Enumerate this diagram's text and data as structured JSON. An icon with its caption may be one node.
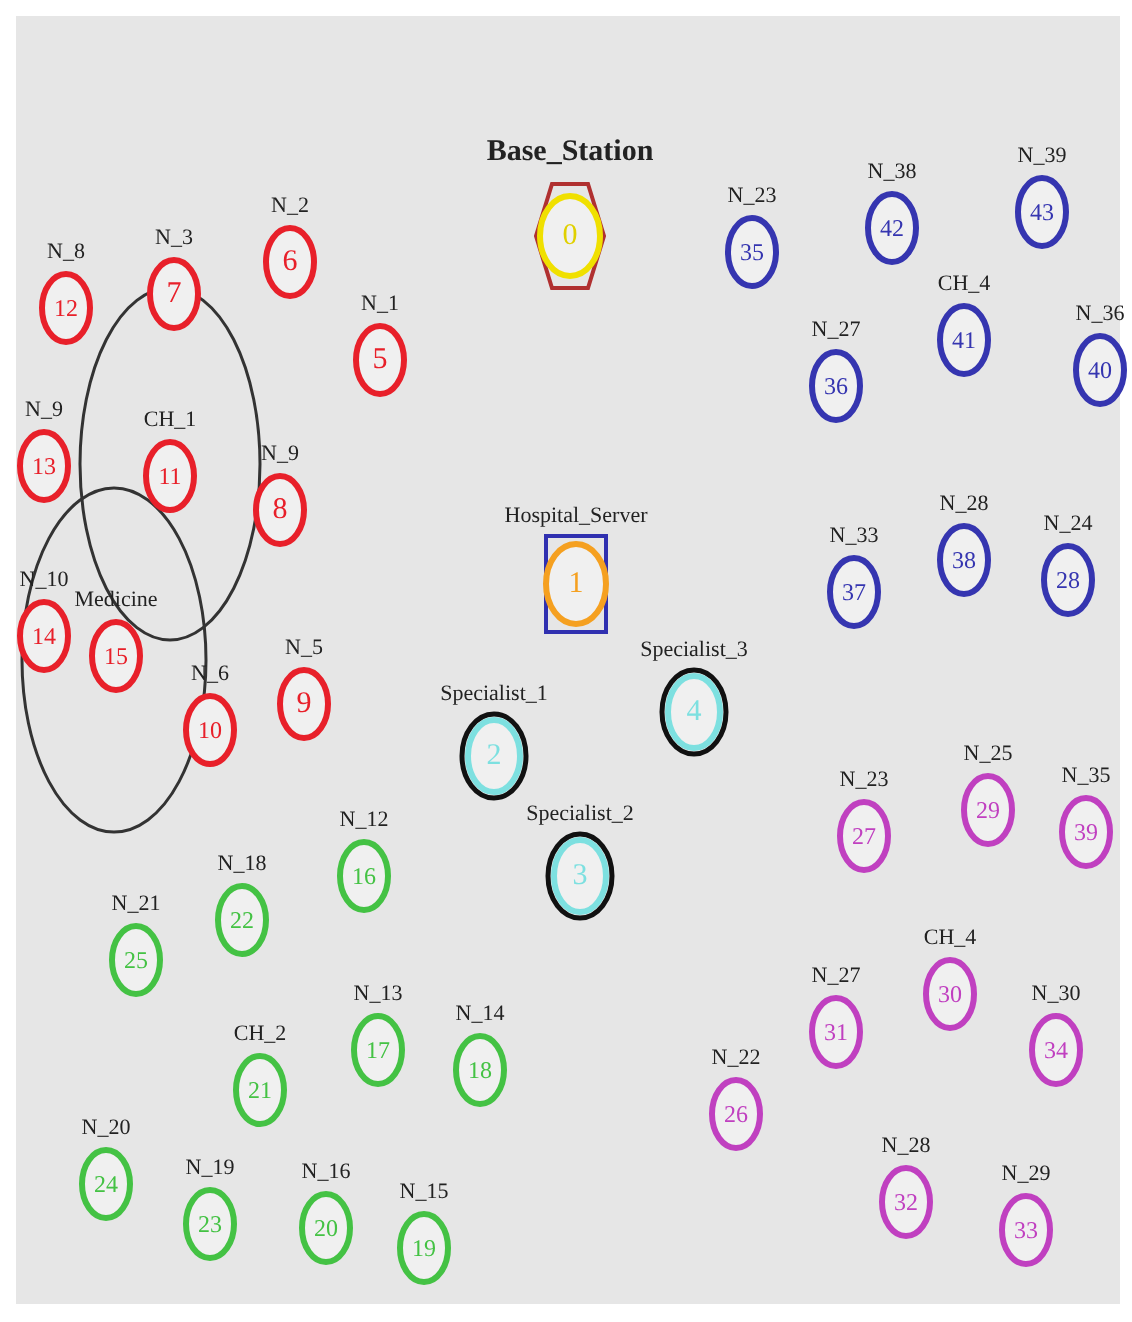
{
  "diagram": {
    "nodes": [
      {
        "text": [
          "Base_Station",
          "0"
        ]
      },
      {
        "text": [
          "Hospital_Server",
          "1"
        ]
      },
      {
        "text": [
          "Specialist_1",
          "2"
        ]
      },
      {
        "text": [
          "Specialist_2",
          "3"
        ]
      },
      {
        "text": [
          "Specialist_3",
          "4"
        ]
      },
      {
        "text": [
          "N_1",
          "5"
        ]
      },
      {
        "text": [
          "N_2",
          "6"
        ]
      },
      {
        "text": [
          "N_3",
          "7"
        ]
      },
      {
        "text": [
          "N_9",
          "8"
        ]
      },
      {
        "text": [
          "N_5",
          "9"
        ]
      },
      {
        "text": [
          "N_6",
          "10"
        ]
      },
      {
        "text": [
          "CH_1",
          "11"
        ]
      },
      {
        "text": [
          "N_8",
          "12"
        ]
      },
      {
        "text": [
          "N_9",
          "13"
        ]
      },
      {
        "text": [
          "N_10",
          "14"
        ]
      },
      {
        "text": [
          "Medicine",
          "15"
        ]
      },
      {
        "text": [
          "N_12",
          "16"
        ]
      },
      {
        "text": [
          "N_13",
          "17"
        ]
      },
      {
        "text": [
          "N_14",
          "18"
        ]
      },
      {
        "text": [
          "N_15",
          "19"
        ]
      },
      {
        "text": [
          "N_16",
          "20"
        ]
      },
      {
        "text": [
          "CH_2",
          "21"
        ]
      },
      {
        "text": [
          "N_18",
          "22"
        ]
      },
      {
        "text": [
          "N_19",
          "23"
        ]
      },
      {
        "text": [
          "N_20",
          "24"
        ]
      },
      {
        "text": [
          "N_21",
          "25"
        ]
      },
      {
        "text": [
          "N_22",
          "26"
        ]
      },
      {
        "text": [
          "N_23",
          "27"
        ]
      },
      {
        "text": [
          "N_24",
          "28"
        ]
      },
      {
        "text": [
          "N_25",
          "29"
        ]
      },
      {
        "text": [
          "CH_4",
          "30"
        ]
      },
      {
        "text": [
          "N_27",
          "31"
        ]
      },
      {
        "text": [
          "N_28",
          "32"
        ]
      },
      {
        "text": [
          "N_29",
          "33"
        ]
      },
      {
        "text": [
          "N_30",
          "34"
        ]
      },
      {
        "text": [
          "N_23",
          "35"
        ]
      },
      {
        "text": [
          "N_27",
          "36"
        ]
      },
      {
        "text": [
          "N_33",
          "37"
        ]
      },
      {
        "text": [
          "N_28",
          "38"
        ]
      },
      {
        "text": [
          "N_35",
          "39"
        ]
      },
      {
        "text": [
          "N_36",
          "40"
        ]
      },
      {
        "text": [
          "CH_4",
          "41"
        ]
      },
      {
        "text": [
          "N_38",
          "42"
        ]
      },
      {
        "text": [
          "N_39",
          "43"
        ]
      }
    ]
  }
}
